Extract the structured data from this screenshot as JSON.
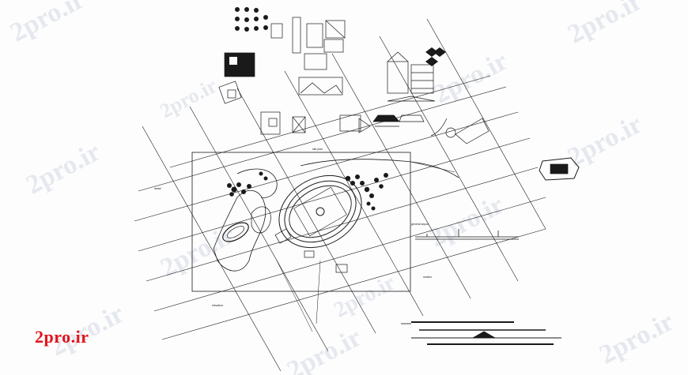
{
  "watermark": {
    "text": "2pro.ir"
  },
  "logo": {
    "text": "2pro.ir",
    "color": "#e0141b"
  },
  "drawing": {
    "line_color": "#1a1a1a",
    "tiny_labels": [
      "site plan",
      "detail",
      "section",
      "elevation",
      "general layout"
    ]
  }
}
